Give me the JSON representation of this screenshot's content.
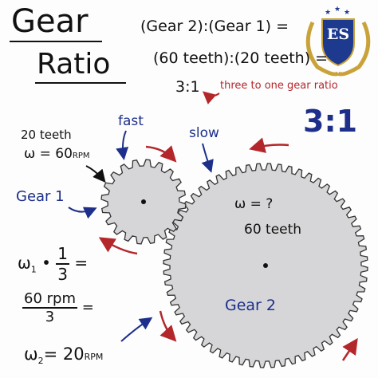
{
  "title": {
    "line1": "Gear",
    "line2": "Ratio"
  },
  "logo": {
    "text": "ES"
  },
  "equation": {
    "line1": "(Gear 2):(Gear 1) =",
    "line2": "(60 teeth):(20 teeth) =",
    "result": "3:1",
    "note": "three to one gear ratio"
  },
  "big_ratio": "3:1",
  "gear1": {
    "name": "Gear 1",
    "teeth_label": "20 teeth",
    "omega_label": "ω = 60",
    "omega_unit": "RPM",
    "speed_label": "fast"
  },
  "gear2": {
    "name": "Gear 2",
    "omega_label": "ω = ?",
    "teeth_label": "60 teeth",
    "speed_label": "slow"
  },
  "calc": {
    "step1_lhs": "ω",
    "step1_sub": "1",
    "step1_dot": "•",
    "step1_num": "1",
    "step1_den": "3",
    "step1_eq": "=",
    "step2_num": "60 rpm",
    "step2_den": "3",
    "step2_eq": "=",
    "step3_lhs": "ω",
    "step3_sub": "2",
    "step3_eq": "= 20",
    "step3_unit": "RPM"
  },
  "colors": {
    "accent_red": "#b3272b",
    "accent_blue": "#1d2f8a",
    "gear_fill": "#d6d6d8",
    "logo_blue": "#1d3a8f",
    "logo_gold": "#c9a23a"
  }
}
